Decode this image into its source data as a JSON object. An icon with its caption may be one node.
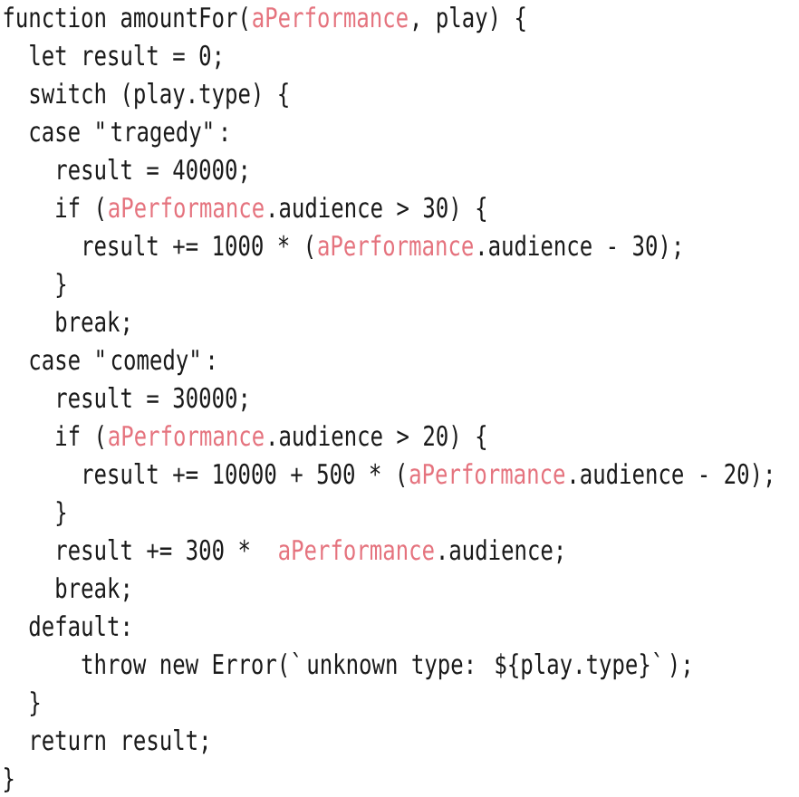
{
  "diagram": {
    "labels": [
      "function amountFor(",
      "aPerformance",
      ", play) {",
      "let result = 0;",
      "switch (play.type) {",
      "case \"tragedy\":",
      "result = 40000;",
      "if (",
      "aPerformance",
      ".audience > 30) {",
      "result += 1000 * (",
      "aPerformance",
      ".audience - 30);",
      "}",
      "break;",
      "case \"comedy\":",
      "result = 30000;",
      "if (",
      "aPerformance",
      ".audience > 20) {",
      "result += 10000 + 500 * (",
      "aPerformance",
      ".audience - 20);",
      "}",
      "result += 300 * ",
      "aPerformance",
      ".audience;",
      "break;",
      "default:",
      "throw new Error(`unknown type: ${play.type}`);",
      "}",
      "return result;",
      "}"
    ]
  }
}
